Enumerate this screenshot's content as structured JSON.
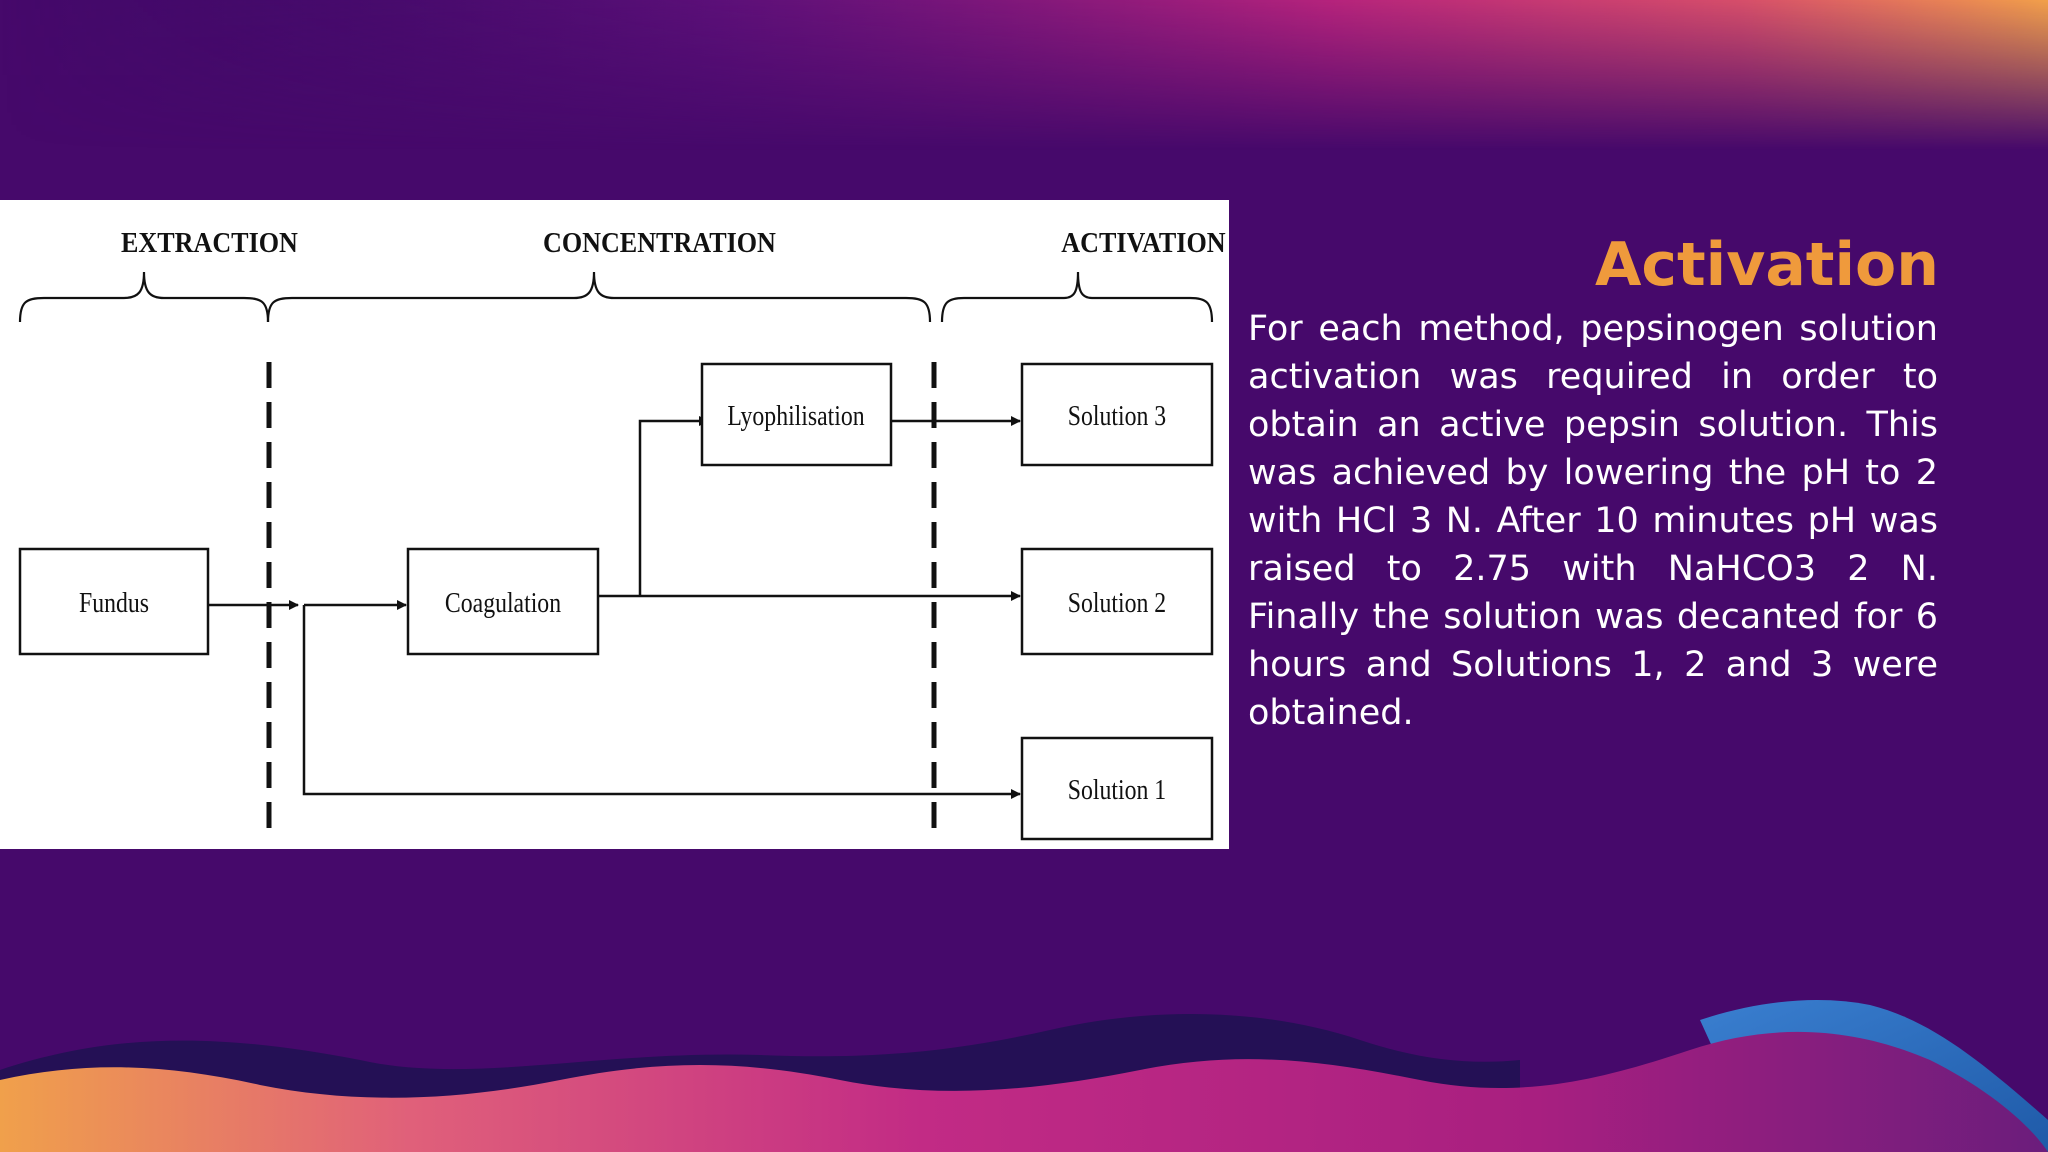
{
  "slide": {
    "title": "Activation",
    "body": "For each method, pepsinogen solution activation was required in order to obtain an active pepsin solution. This was achieved by lowering the pH to 2 with HCl 3 N. After 10 minutes pH was raised to 2.75 with NaHCO3 2 N. Finally the solution was decanted for 6 hours and Solutions 1, 2 and 3 were obtained."
  },
  "diagram": {
    "phases": [
      "EXTRACTION",
      "CONCENTRATION",
      "ACTIVATION"
    ],
    "nodes": {
      "fundus": "Fundus",
      "coagulation": "Coagulation",
      "lyophilisation": "Lyophilisation",
      "solution3": "Solution 3",
      "solution2": "Solution 2",
      "solution1": "Solution 1"
    },
    "edges": [
      {
        "from": "Fundus",
        "to": "Coagulation"
      },
      {
        "from": "Fundus",
        "to": "Solution 1"
      },
      {
        "from": "Coagulation",
        "to": "Lyophilisation"
      },
      {
        "from": "Coagulation",
        "to": "Solution 2"
      },
      {
        "from": "Lyophilisation",
        "to": "Solution 3"
      }
    ]
  },
  "colors": {
    "background": "#46096b",
    "title": "#ef9a3c",
    "body_text": "#ffffff",
    "diagram_ink": "#111111"
  }
}
